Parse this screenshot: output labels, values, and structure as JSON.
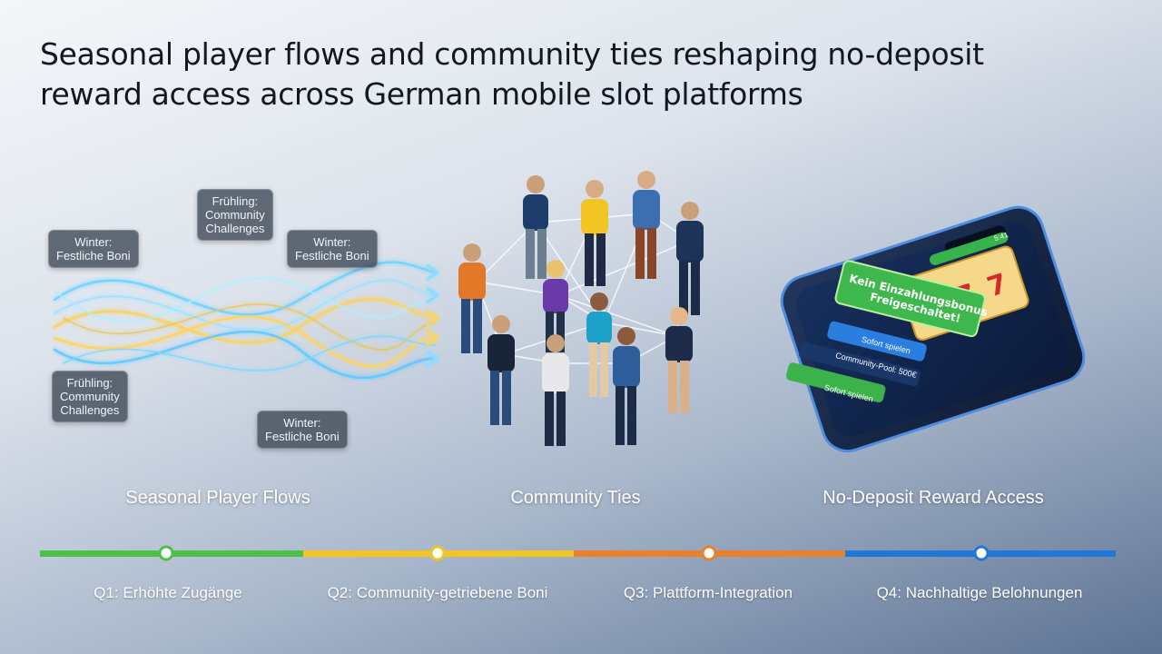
{
  "title": {
    "line1": "Seasonal player flows and community ties reshaping no-deposit",
    "line2": "reward access across German mobile slot platforms"
  },
  "flow_tags": [
    {
      "line1": "Winter:",
      "line2": "Festliche Boni",
      "line3": ""
    },
    {
      "line1": "Frühling:",
      "line2": "Community",
      "line3": "Challenges"
    },
    {
      "line1": "Winter:",
      "line2": "Festliche Boni",
      "line3": ""
    },
    {
      "line1": "Frühling:",
      "line2": "Community",
      "line3": "Challenges"
    },
    {
      "line1": "Winter:",
      "line2": "Festliche Boni",
      "line3": ""
    }
  ],
  "phone": {
    "banner_line1": "Kein Einzahlungsbonus",
    "banner_line2": "Freigeschaltet!",
    "button1": "Sofort spielen",
    "community_text": "Community-Pool: 500€",
    "button2": "Sofort spielen",
    "status_time": "5:41"
  },
  "sections": [
    "Seasonal Player Flows",
    "Community Ties",
    "No-Deposit Reward Access"
  ],
  "timeline": {
    "colors": [
      "#4cc14a",
      "#f2c524",
      "#e8802c",
      "#1f78d6"
    ],
    "quarters": [
      "Q1: Erhöhte Zugänge",
      "Q2: Community-getriebene Boni",
      "Q3: Plattform-Integration",
      "Q4: Nachhaltige Belohnungen"
    ]
  }
}
